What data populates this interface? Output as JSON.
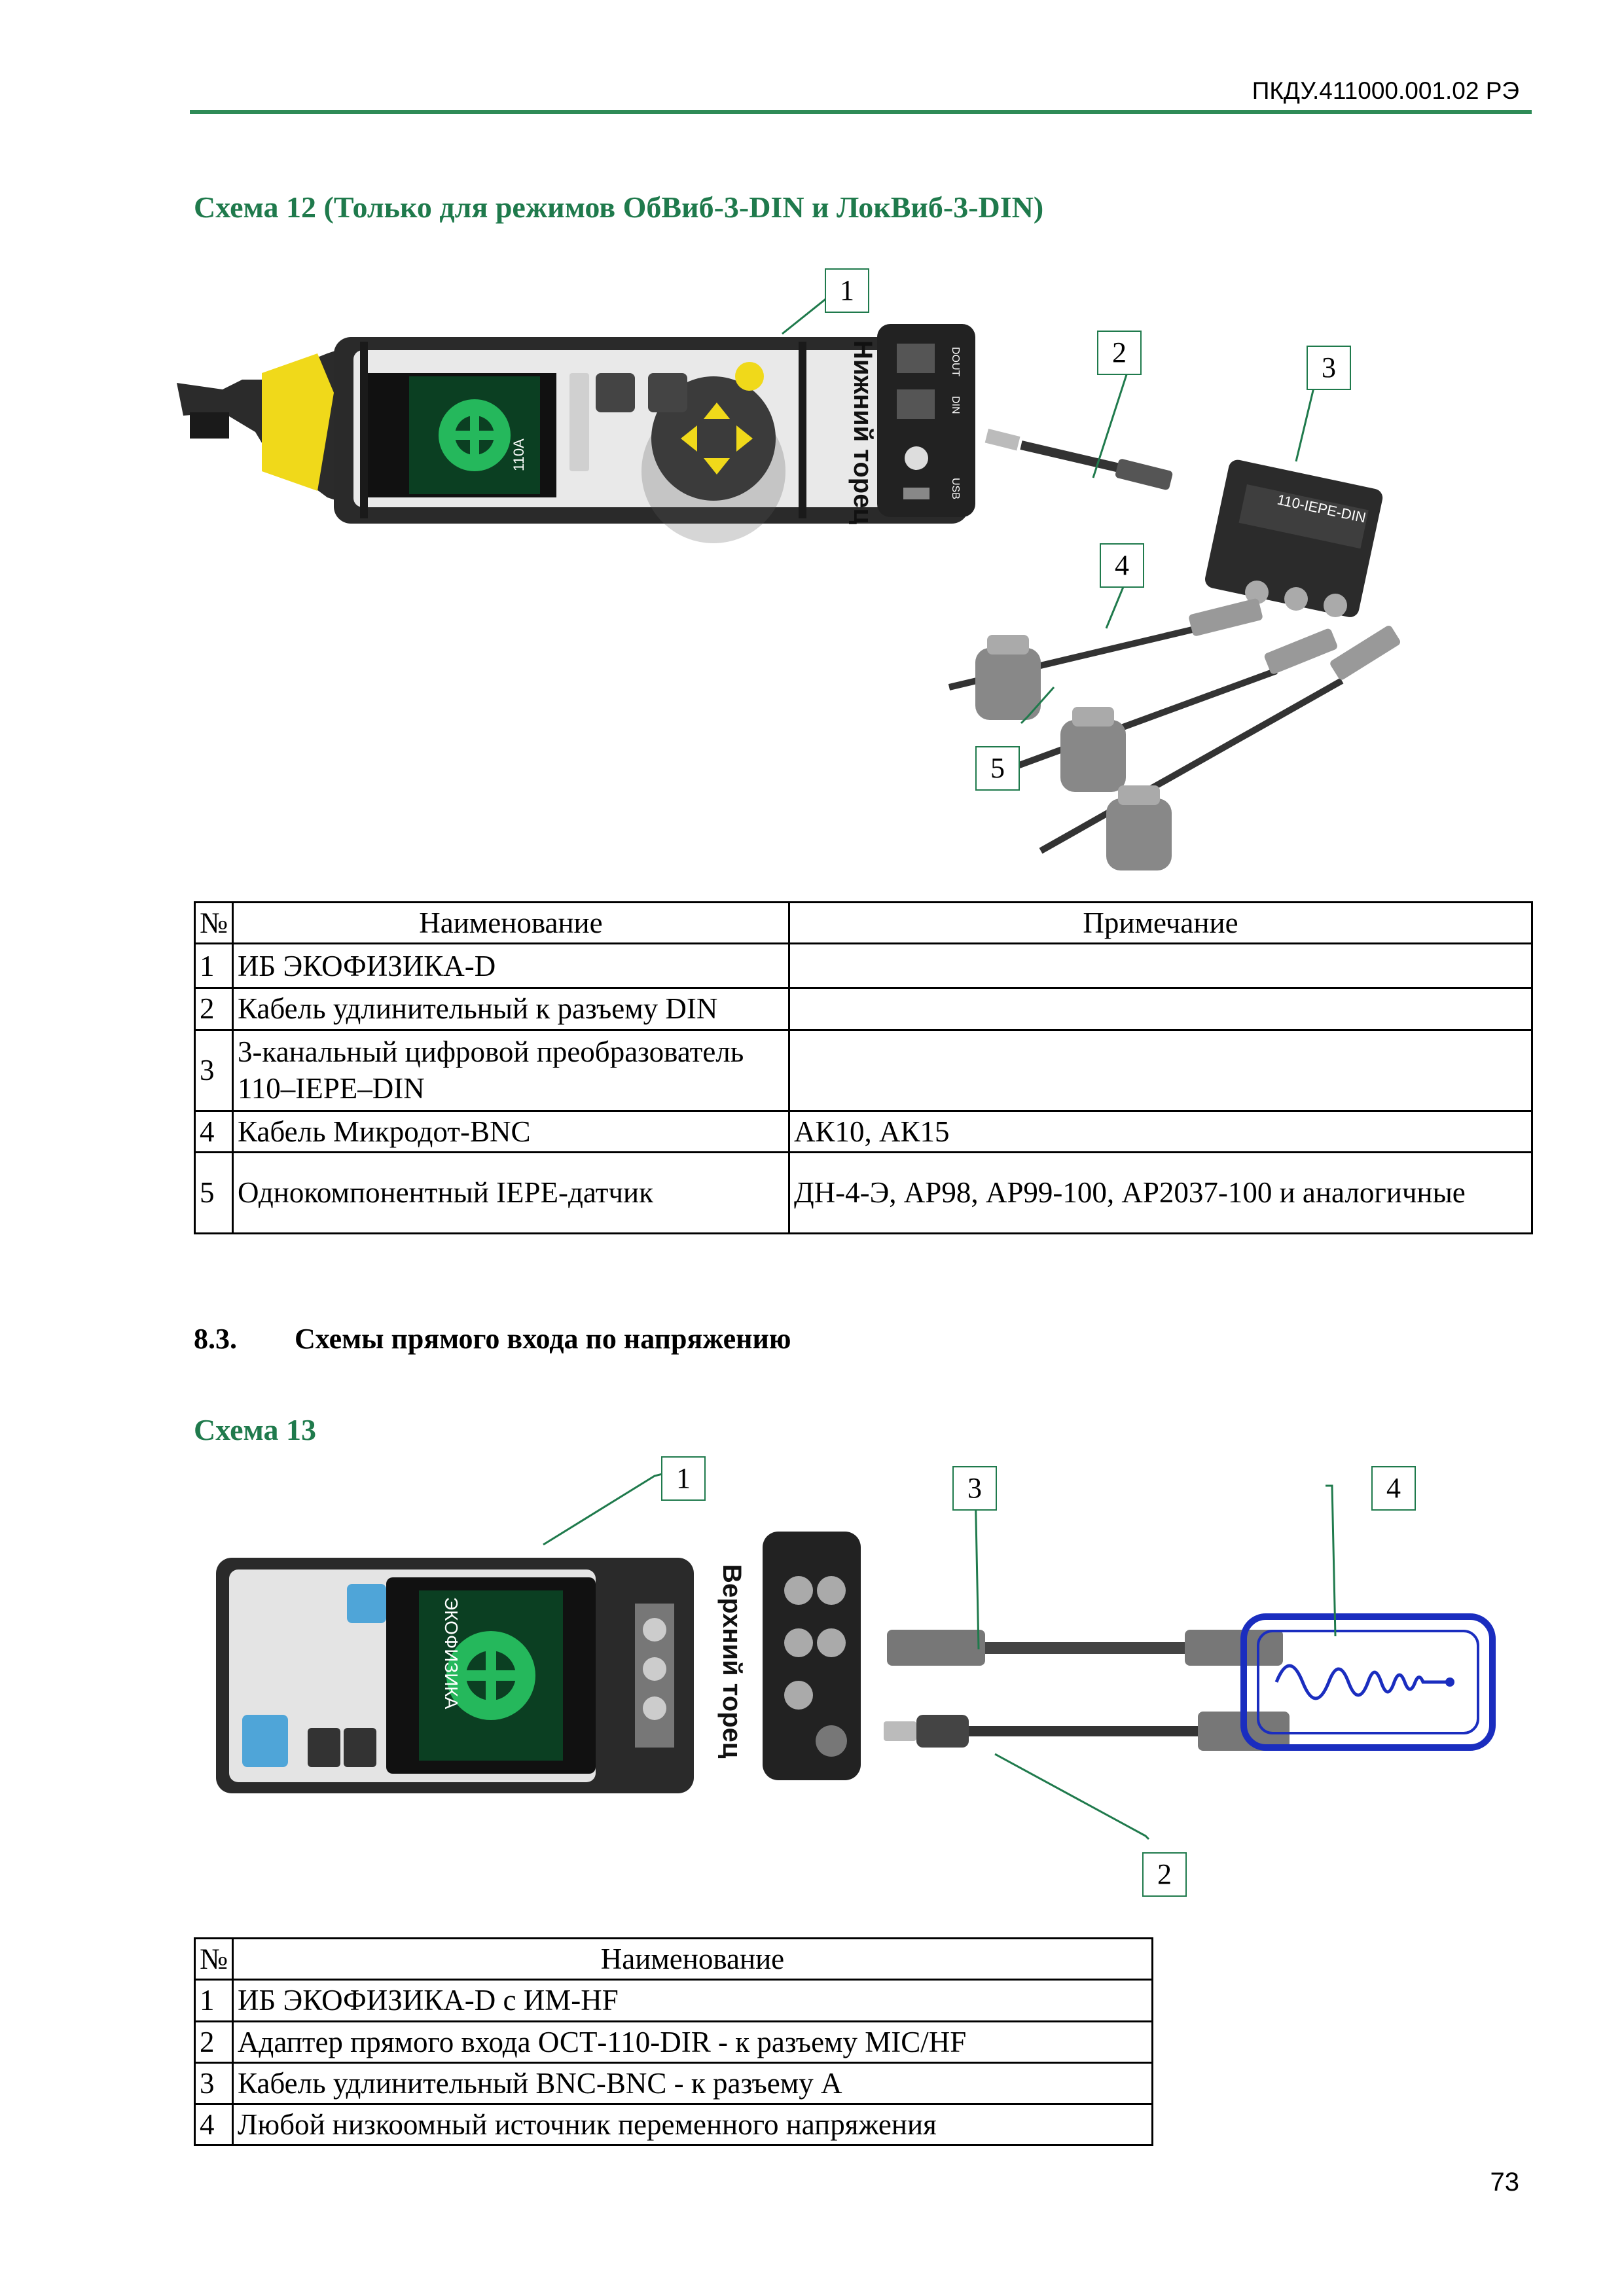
{
  "header": {
    "doc_code": "ПКДУ.411000.001.02 РЭ"
  },
  "scheme12": {
    "title": "Схема 12 (Только для режимов ОбВиб-3-DIN и ЛокВиб-3-DIN)",
    "callouts": [
      "1",
      "2",
      "3",
      "4",
      "5"
    ],
    "device_model": "110A",
    "bottom_end_label": "Нижний торец",
    "port_labels": [
      "DOUT",
      "DIN",
      "USB"
    ],
    "converter_label": "110-IEPE-DIN",
    "table": {
      "headers": [
        "№",
        "Наименование",
        "Примечание"
      ],
      "rows": [
        {
          "num": "1",
          "name": "ИБ ЭКОФИЗИКА-D",
          "note": ""
        },
        {
          "num": "2",
          "name": "Кабель удлинительный к разъему DIN",
          "note": ""
        },
        {
          "num": "3",
          "name": "3-канальный цифровой преобразователь 110–IEPE–DIN",
          "note": ""
        },
        {
          "num": "4",
          "name": "Кабель Микродот-BNC",
          "note": "АК10, АК15"
        },
        {
          "num": "5",
          "name": "Однокомпонентный IEPE-датчик",
          "note": "ДН-4-Э, АР98, АР99-100, АР2037-100 и аналогичные"
        }
      ]
    }
  },
  "section": {
    "number": "8.3.",
    "title": "Схемы прямого входа по напряжению"
  },
  "scheme13": {
    "title": "Схема 13",
    "callouts": [
      "1",
      "3",
      "4",
      "2"
    ],
    "top_end_label": "Верхний торец",
    "device_brand": "ЭКОФИЗИКА",
    "table": {
      "headers": [
        "№",
        "Наименование"
      ],
      "rows": [
        {
          "num": "1",
          "name": "ИБ ЭКОФИЗИКА-D с ИМ-HF"
        },
        {
          "num": "2",
          "name": "Адаптер прямого входа ОСТ-110-DIR - к разъему MIC/HF"
        },
        {
          "num": "3",
          "name": "Кабель удлинительный BNC-BNC - к разъему A"
        },
        {
          "num": "4",
          "name": "Любой низкоомный источник переменного напряжения"
        }
      ]
    }
  },
  "footer": {
    "page_number": "73"
  },
  "colors": {
    "accent_green": "#1f7a4c",
    "signal_blue": "#1a2dbf"
  }
}
